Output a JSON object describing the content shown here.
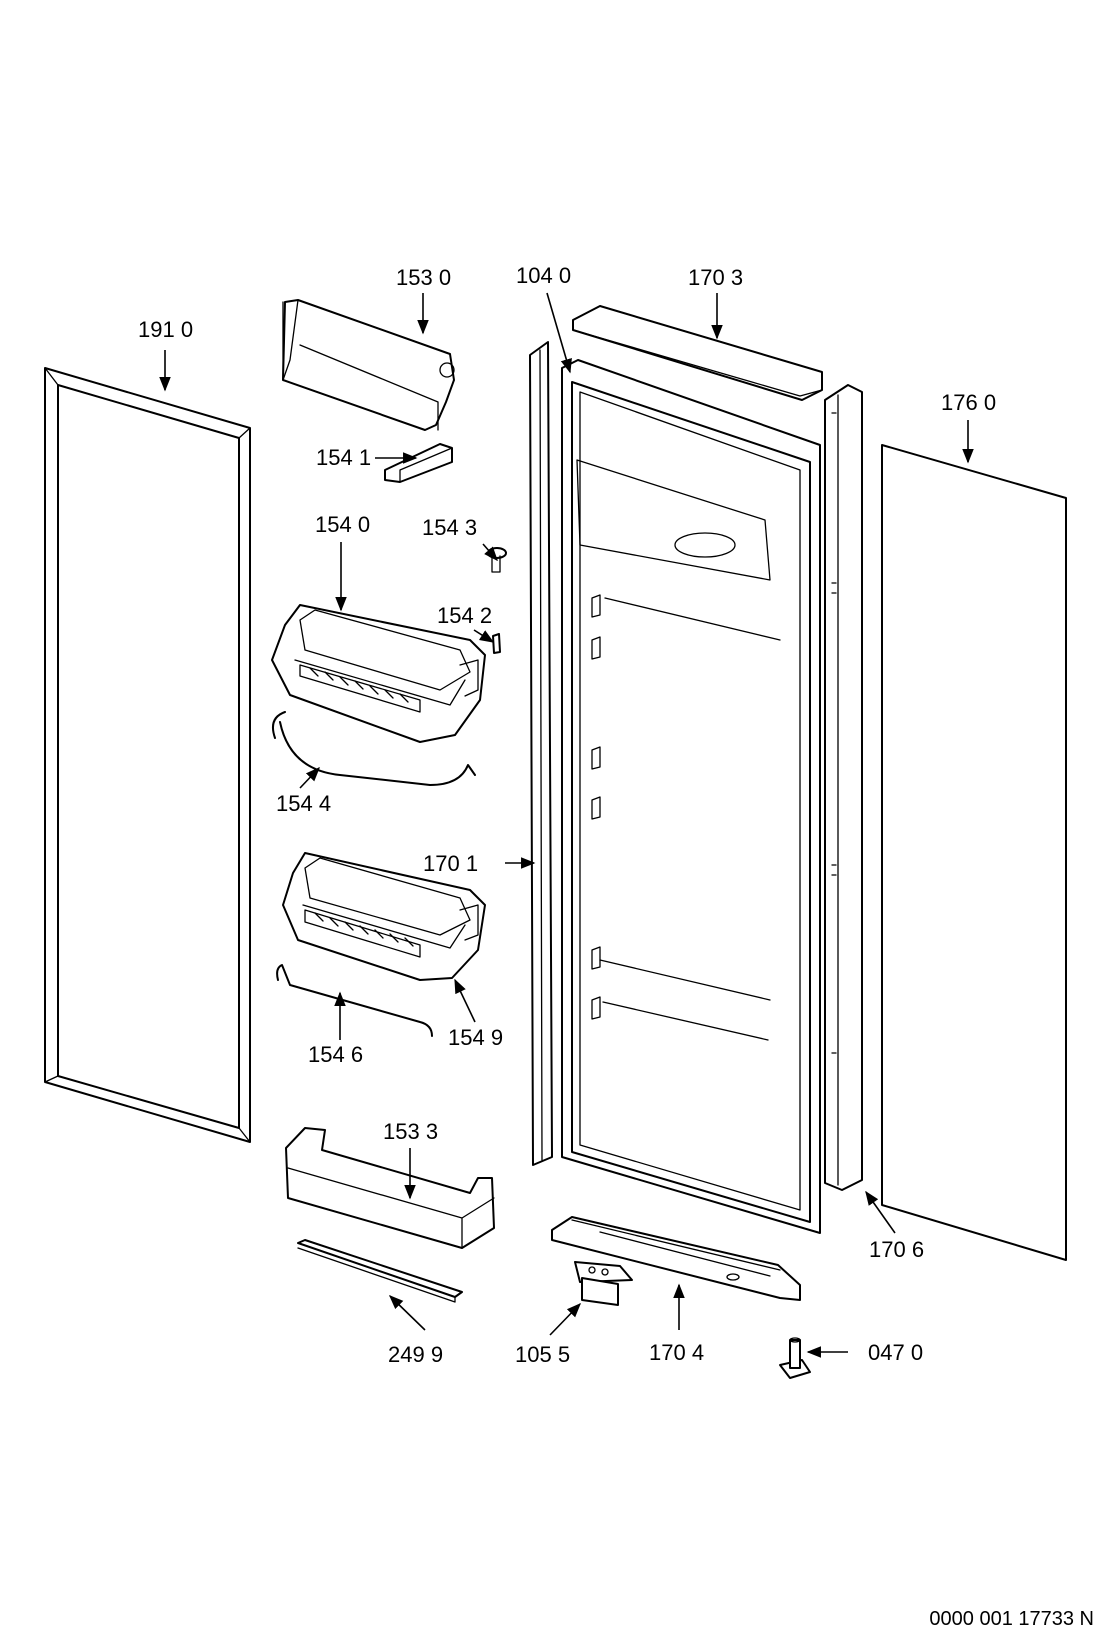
{
  "diagram": {
    "doc_number": "0000 001 17733 N",
    "parts": [
      {
        "id": "191-0",
        "label": "191 0"
      },
      {
        "id": "153-0",
        "label": "153 0"
      },
      {
        "id": "104-0",
        "label": "104 0"
      },
      {
        "id": "170-3",
        "label": "170 3"
      },
      {
        "id": "176-0",
        "label": "176 0"
      },
      {
        "id": "154-1",
        "label": "154 1"
      },
      {
        "id": "154-0",
        "label": "154 0"
      },
      {
        "id": "154-3",
        "label": "154 3"
      },
      {
        "id": "154-2",
        "label": "154 2"
      },
      {
        "id": "154-4",
        "label": "154 4"
      },
      {
        "id": "170-1",
        "label": "170 1"
      },
      {
        "id": "154-9",
        "label": "154 9"
      },
      {
        "id": "154-6",
        "label": "154 6"
      },
      {
        "id": "153-3",
        "label": "153 3"
      },
      {
        "id": "170-6",
        "label": "170 6"
      },
      {
        "id": "249-9",
        "label": "249 9"
      },
      {
        "id": "105-5",
        "label": "105 5"
      },
      {
        "id": "170-4",
        "label": "170 4"
      },
      {
        "id": "047-0",
        "label": "047 0"
      }
    ]
  }
}
